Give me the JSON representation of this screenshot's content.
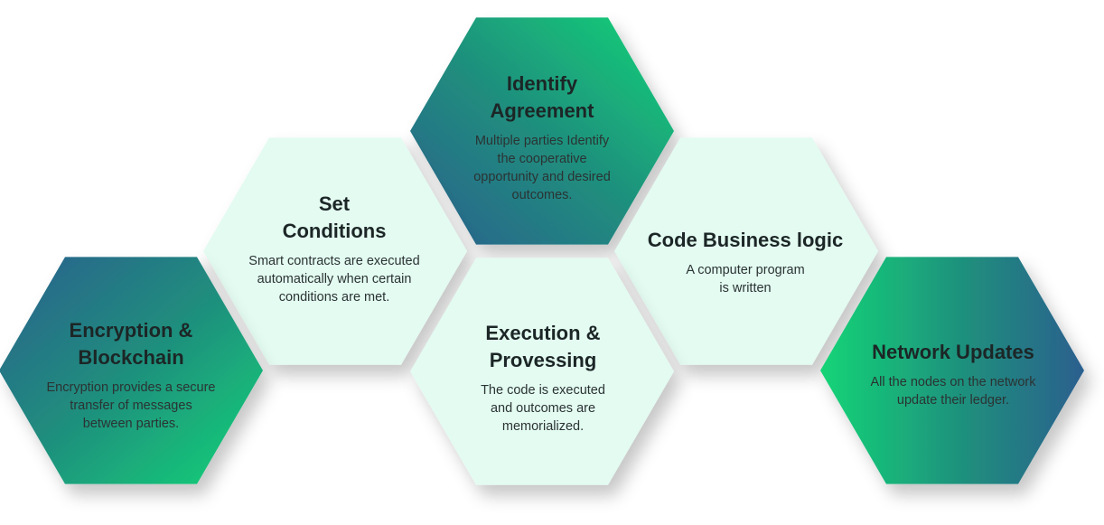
{
  "colors": {
    "gradient_blue": "#2b5f8e",
    "gradient_teal": "#1f8f7d",
    "gradient_green": "#14d477",
    "light_fill": "#e3fbf1",
    "text_dark": "#1c2626",
    "shadow": "#000000"
  },
  "hexagons": [
    {
      "id": "identify-agreement",
      "title": "Identify\nAgreement",
      "description": "Multiple parties Identify\nthe cooperative\nopportunity and desired\noutcomes.",
      "style": "gradient-bl-to-tr"
    },
    {
      "id": "set-conditions",
      "title": "Set\nConditions",
      "description": "Smart contracts are executed\nautomatically when certain\nconditions are met.",
      "style": "light"
    },
    {
      "id": "code-business-logic",
      "title": "Code Business logic",
      "description": "A computer program\nis written",
      "style": "light"
    },
    {
      "id": "encryption-blockchain",
      "title": "Encryption &\nBlockchain",
      "description": "Encryption provides a secure\ntransfer of messages\nbetween parties.",
      "style": "gradient-tl-to-br"
    },
    {
      "id": "execution-processing",
      "title": "Execution &\nProvessing",
      "description": "The code is executed\nand outcomes are\nmemorialized.",
      "style": "light"
    },
    {
      "id": "network-updates",
      "title": "Network Updates",
      "description": "All the nodes on the network\nupdate their ledger.",
      "style": "gradient-l-to-r"
    }
  ]
}
